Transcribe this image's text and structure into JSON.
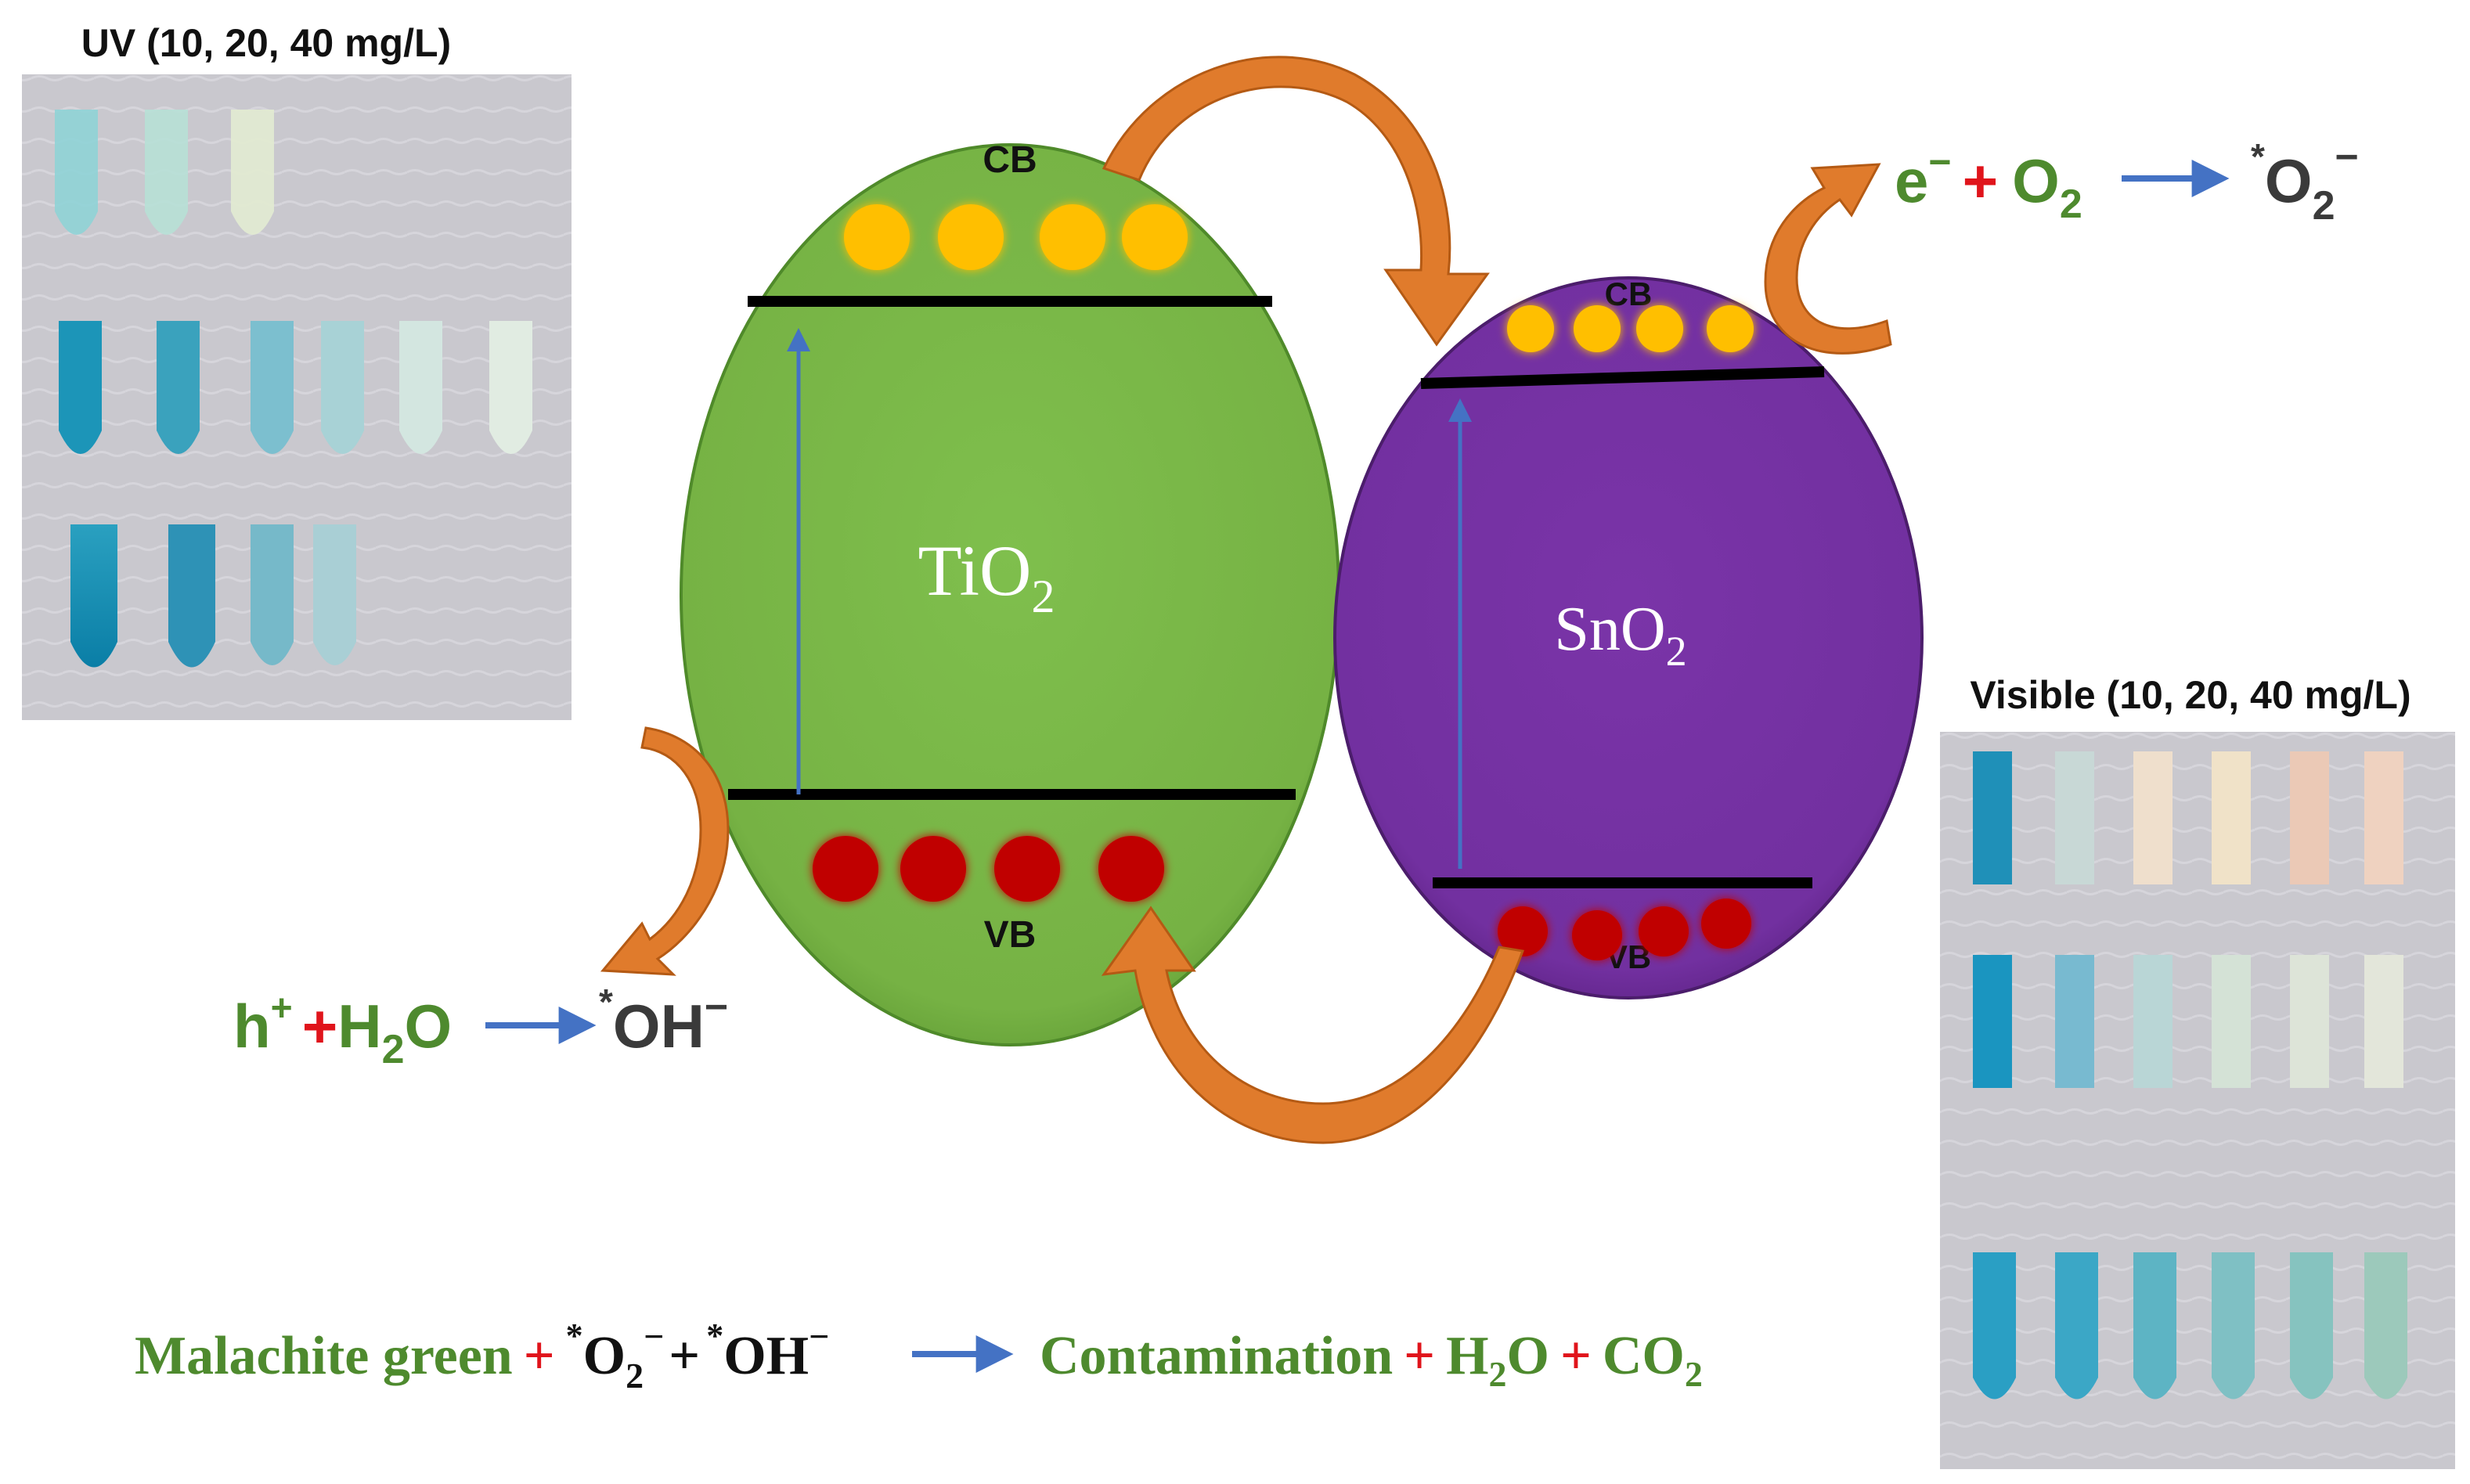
{
  "uv_panel": {
    "title": "UV (10, 20, 40 mg/L)"
  },
  "visible_panel": {
    "title": "Visible (10, 20, 40 mg/L)"
  },
  "tio2": {
    "label": "TiO",
    "sub": "2",
    "cb": "CB",
    "vb": "VB",
    "fill": "#7ab648"
  },
  "sno2": {
    "label": "SnO",
    "sub": "2",
    "cb": "CB",
    "vb": "VB",
    "fill": "#7330a0"
  },
  "electron_eq": {
    "e": "e",
    "minus": "−",
    "plus": "+",
    "o": "O",
    "sub": "2",
    "star": "*",
    "product": "O",
    "product_sub": "2",
    "product_sup": "−"
  },
  "hole_eq": {
    "h": "h",
    "h_sup": "+",
    "plus": "+",
    "h2o_h": "H",
    "h2o_sub": "2",
    "h2o_o": "O",
    "star": "*",
    "product": "OH",
    "product_sup": "−"
  },
  "overall_eq": {
    "reactant": "Malachite green",
    "plus1": "+",
    "star1": "*",
    "o2": "O",
    "o2_sub": "2",
    "o2_sup": "−",
    "plus2": "+",
    "star2": "*",
    "oh": "OH",
    "oh_sup": "−",
    "product1": "Contamination",
    "plus3": "+",
    "h2o_h": "H",
    "h2o_sub": "2",
    "h2o_o": "O",
    "plus4": "+",
    "co2": "CO",
    "co2_sub": "2"
  },
  "colors": {
    "green_text": "#4e8a2e",
    "red_text": "#e0141b",
    "arrow_orange": "#e07b2c",
    "arrow_blue": "#4472c4",
    "electron": "#ffbf00",
    "hole": "#c00000"
  }
}
